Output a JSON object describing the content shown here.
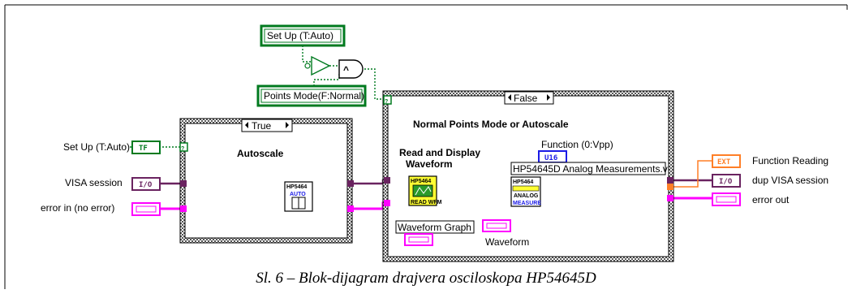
{
  "controls": {
    "setup_auto_top": "Set Up (T:Auto)",
    "points_mode": "Points Mode(F:Normal)",
    "setup_auto_left": "Set Up (T:Auto)",
    "visa_session": "VISA session",
    "error_in": "error in (no error)"
  },
  "terminals": {
    "tf": "TF",
    "io": "I/O",
    "u16": "U16",
    "ext": "EXT"
  },
  "case_true": {
    "selector": "True",
    "title": "Autoscale",
    "subvi_header": "HP5464",
    "subvi_label": "AUTO"
  },
  "case_false": {
    "selector": "False",
    "title": "Normal Points Mode or Autoscale",
    "read_display": "Read and Display\nWaveform",
    "function_label": "Function (0:Vpp)",
    "subvi_name": "HP54645D Analog Measurements.v",
    "read_header": "HP5464",
    "read_footer": "READ WFM",
    "meas_header": "HP5464",
    "meas_mid": "ANALOG",
    "meas_footer": "MEASURE",
    "waveform_graph": "Waveform Graph",
    "waveform": "Waveform"
  },
  "indicators": {
    "function_reading": "Function Reading",
    "dup_visa": "dup VISA session",
    "error_out": "error out"
  },
  "colors": {
    "green": "#007a1f",
    "purple": "#6a2360",
    "pink": "#ff00ff",
    "orange": "#ff7f27",
    "blue": "#1a1ae6",
    "border_frame": "#000000"
  },
  "caption": "Sl. 6 – Blok-dijagram drajvera osciloskopa HP54645D"
}
